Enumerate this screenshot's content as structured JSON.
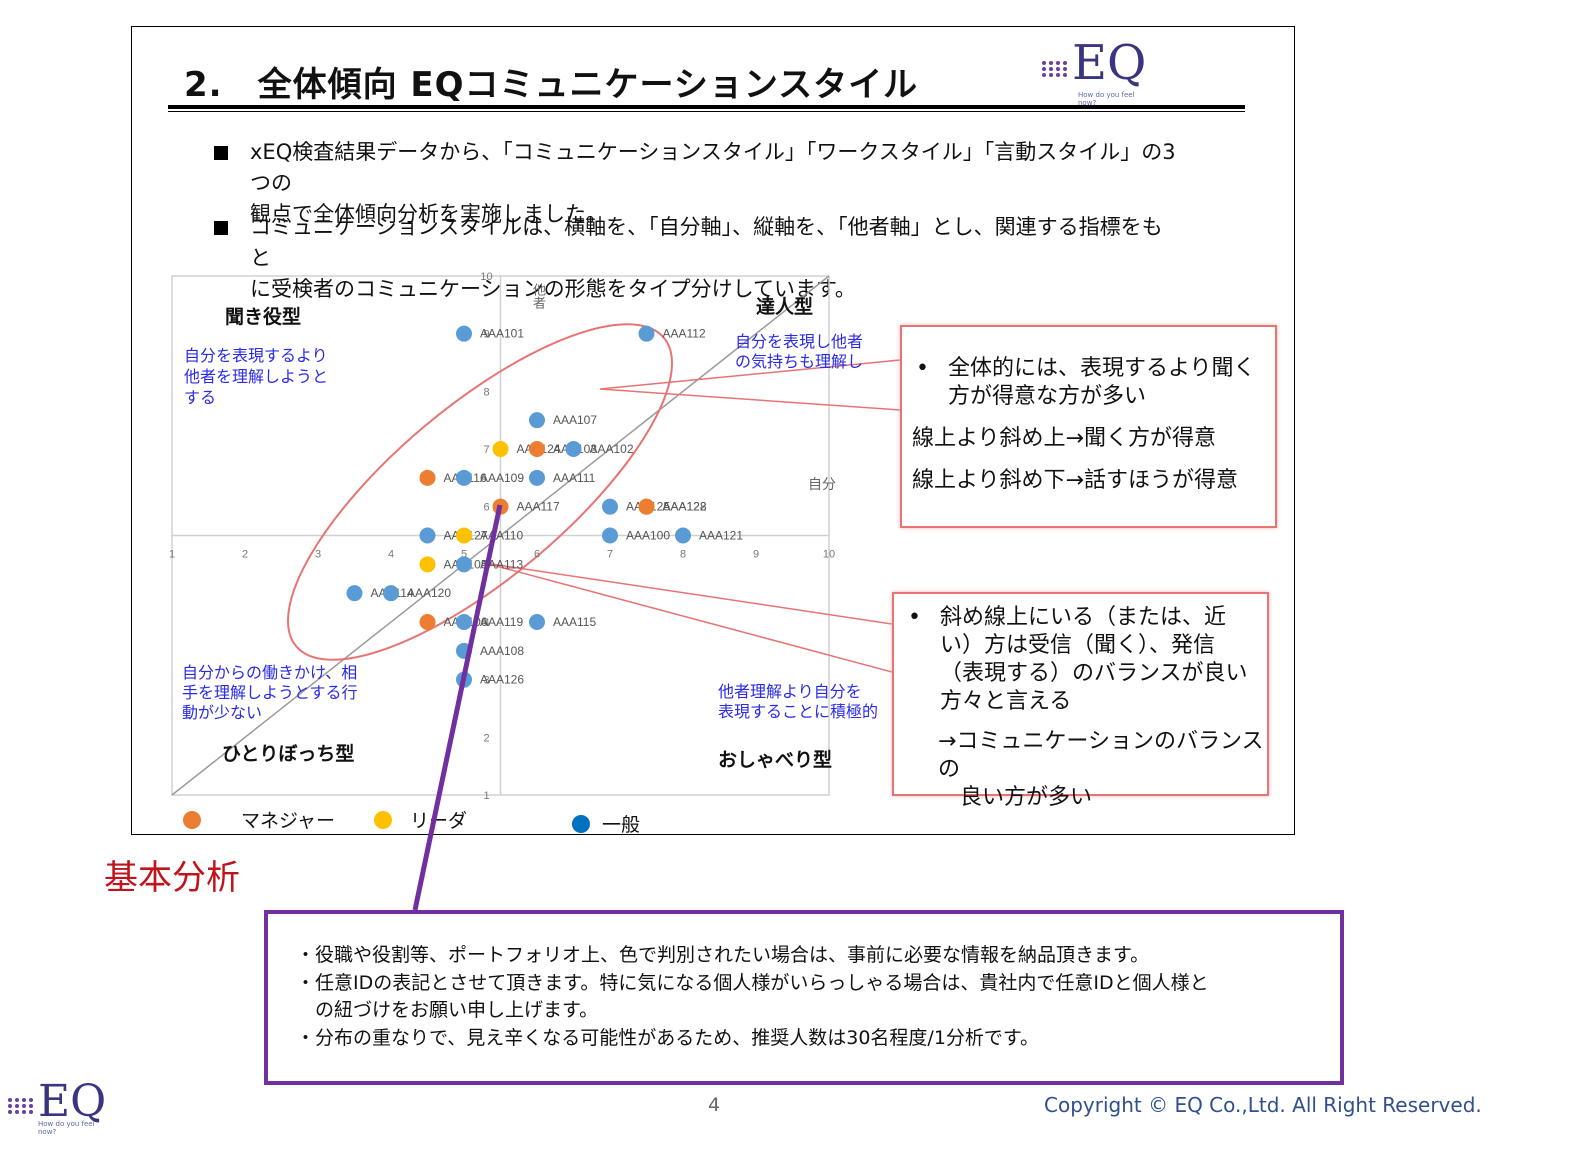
{
  "slide": {
    "title": "2.　全体傾向 EQコミュニケーションスタイル",
    "bullets": [
      "xEQ検査結果データから、「コミュニケーションスタイル」「ワークスタイル」「言動スタイル」の3つの",
      "観点で全体傾向分析を実施しました。",
      "コミュニケーションスタイルは、横軸を、「自分軸」、縦軸を、「他者軸」とし、関連する指標をもと",
      "に受検者のコミュニケーションの形態をタイプ分けしています。"
    ]
  },
  "logo": {
    "mark": "EQ",
    "tagline": "How do you feel now?"
  },
  "colors": {
    "manager": "#ed7d31",
    "leader": "#ffc000",
    "general": "#5b9bd5",
    "callout_border": "#e87373",
    "note_border": "#7030a0",
    "accent_text": "#2a2ae8"
  },
  "chart_data": {
    "type": "scatter",
    "xlabel": "自分",
    "ylabel": "他者",
    "xlim": [
      1,
      10
    ],
    "ylim": [
      1,
      10
    ],
    "x_ticks": [
      "1",
      "2",
      "3",
      "4",
      "5",
      "6",
      "7",
      "8",
      "9",
      "10"
    ],
    "y_ticks": [
      "1",
      "2",
      "3",
      "4",
      "5",
      "6",
      "7",
      "8",
      "9",
      "10"
    ],
    "grid": false,
    "quadrant_lines": {
      "x": 5.5,
      "y": 5.5
    },
    "diagonal": true,
    "series": [
      {
        "name": "マネジャー",
        "color": "#ed7d31"
      },
      {
        "name": "リーダ",
        "color": "#ffc000"
      },
      {
        "name": "一般",
        "color": "#5b9bd5"
      }
    ],
    "points": [
      {
        "label": "AAA101",
        "x": 5.0,
        "y": 9.0,
        "series": 2
      },
      {
        "label": "AAA112",
        "x": 7.5,
        "y": 9.0,
        "series": 2
      },
      {
        "label": "AAA107",
        "x": 6.0,
        "y": 7.5,
        "series": 2
      },
      {
        "label": "AAA124",
        "x": 5.5,
        "y": 7.0,
        "series": 1
      },
      {
        "label": "AAA103",
        "x": 6.0,
        "y": 7.0,
        "series": 0
      },
      {
        "label": "AAA102",
        "x": 6.5,
        "y": 7.0,
        "series": 2
      },
      {
        "label": "AAA116",
        "x": 4.5,
        "y": 6.5,
        "series": 0
      },
      {
        "label": "AAA109",
        "x": 5.0,
        "y": 6.5,
        "series": 2
      },
      {
        "label": "AAA111",
        "x": 6.0,
        "y": 6.5,
        "series": 2
      },
      {
        "label": "AAA117",
        "x": 5.5,
        "y": 6.0,
        "series": 0
      },
      {
        "label": "AAA125",
        "x": 7.0,
        "y": 6.0,
        "series": 2
      },
      {
        "label": "AAA128",
        "x": 7.5,
        "y": 6.0,
        "series": 0
      },
      {
        "label": "AAA122",
        "x": 7.5,
        "y": 6.0,
        "series": 0
      },
      {
        "label": "AAA127",
        "x": 4.5,
        "y": 5.5,
        "series": 2
      },
      {
        "label": "AAA110",
        "x": 5.0,
        "y": 5.5,
        "series": 1
      },
      {
        "label": "AAA100",
        "x": 7.0,
        "y": 5.5,
        "series": 2
      },
      {
        "label": "AAA121",
        "x": 8.0,
        "y": 5.5,
        "series": 2
      },
      {
        "label": "AAA105",
        "x": 4.5,
        "y": 5.0,
        "series": 1
      },
      {
        "label": "AAA113",
        "x": 5.0,
        "y": 5.0,
        "series": 2
      },
      {
        "label": "AAA114",
        "x": 3.5,
        "y": 4.5,
        "series": 2
      },
      {
        "label": "AAA120",
        "x": 4.0,
        "y": 4.5,
        "series": 2
      },
      {
        "label": "AAA106",
        "x": 4.5,
        "y": 4.0,
        "series": 0
      },
      {
        "label": "AAA119",
        "x": 5.0,
        "y": 4.0,
        "series": 2
      },
      {
        "label": "AAA115",
        "x": 6.0,
        "y": 4.0,
        "series": 2
      },
      {
        "label": "AAA108",
        "x": 5.0,
        "y": 3.5,
        "series": 2
      },
      {
        "label": "AAA126",
        "x": 5.0,
        "y": 3.0,
        "series": 2
      }
    ],
    "quadrants": {
      "top_left": {
        "title": "聞き役型",
        "desc": [
          "自分を表現するより",
          "他者を理解しようと",
          "する"
        ]
      },
      "top_right": {
        "title": "達人型",
        "desc": [
          "自分を表現し他者",
          "の気持ちも理解し"
        ]
      },
      "bottom_left": {
        "title": "ひとりぼっち型",
        "desc": [
          "自分からの働きかけ、相",
          "手を理解しようとする行",
          "動が少ない"
        ]
      },
      "bottom_right": {
        "title": "おしゃべり型",
        "desc": [
          "他者理解より自分を",
          "表現することに積極的"
        ]
      }
    }
  },
  "callouts": {
    "top": {
      "bullet": [
        "全体的には、表現するより聞く",
        "方が得意な方が多い"
      ],
      "lines": [
        "線上より斜め上→聞く方が得意",
        "線上より斜め下→話すほうが得意"
      ]
    },
    "bottom": {
      "bullet": [
        "斜め線上にいる（または、近",
        "い）方は受信（聞く）、発信",
        "（表現する）のバランスが良い",
        "方々と言える"
      ],
      "lines": [
        "→コミュニケーションのバランスの",
        "　良い方が多い"
      ]
    }
  },
  "legend": [
    {
      "label": "マネジャー",
      "color": "#ed7d31"
    },
    {
      "label": "リーダ",
      "color": "#ffc000"
    },
    {
      "label": "一般",
      "color": "#0070c0"
    }
  ],
  "section_label": "基本分析",
  "notes": [
    "・役職や役割等、ポートフォリオ上、色で判別されたい場合は、事前に必要な情報を納品頂きます。",
    "・任意IDの表記とさせて頂きます。特に気になる個人様がいらっしゃる場合は、貴社内で任意IDと個人様と",
    "　の紐づけをお願い申し上げます。",
    "・分布の重なりで、見え辛くなる可能性があるため、推奨人数は30名程度/1分析です。"
  ],
  "footer": {
    "page_number": "4",
    "copyright": "Copyright © EQ Co.,Ltd. All Right Reserved."
  }
}
